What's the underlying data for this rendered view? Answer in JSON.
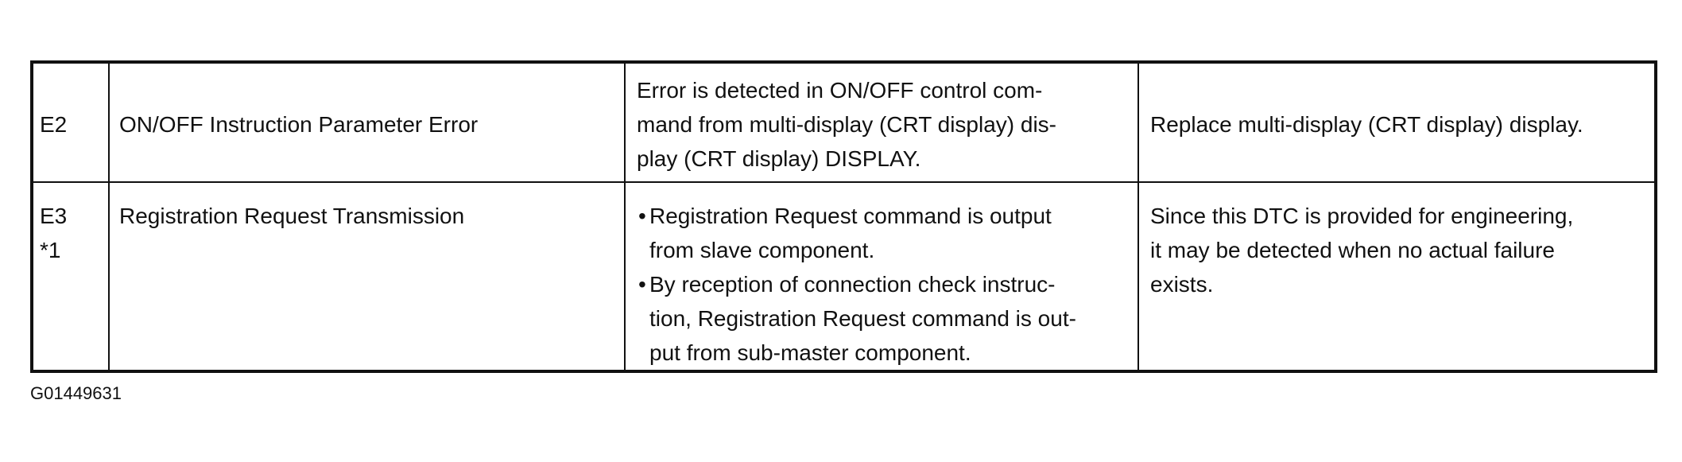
{
  "rows": [
    {
      "code": "E2",
      "note": "",
      "name": "ON/OFF Instruction Parameter Error",
      "condition_lines": [
        "Error is detected in ON/OFF control com-",
        "mand from multi-display (CRT display) dis-",
        "play (CRT display) DISPLAY."
      ],
      "remedy_lines": [
        "Replace multi-display (CRT display) display."
      ]
    },
    {
      "code": "E3",
      "note": "*1",
      "name": "Registration Request Transmission",
      "condition_bullets": [
        {
          "bullet": "•",
          "lines": [
            "Registration Request command is output",
            "from slave component."
          ]
        },
        {
          "bullet": "•",
          "lines": [
            "By reception of connection check instruc-",
            "tion, Registration Request command is out-",
            "put from sub-master component."
          ]
        }
      ],
      "remedy_lines": [
        "Since this DTC is provided for engineering,",
        "it may be detected when no actual failure",
        "exists."
      ]
    }
  ],
  "figure_code": "G01449631"
}
